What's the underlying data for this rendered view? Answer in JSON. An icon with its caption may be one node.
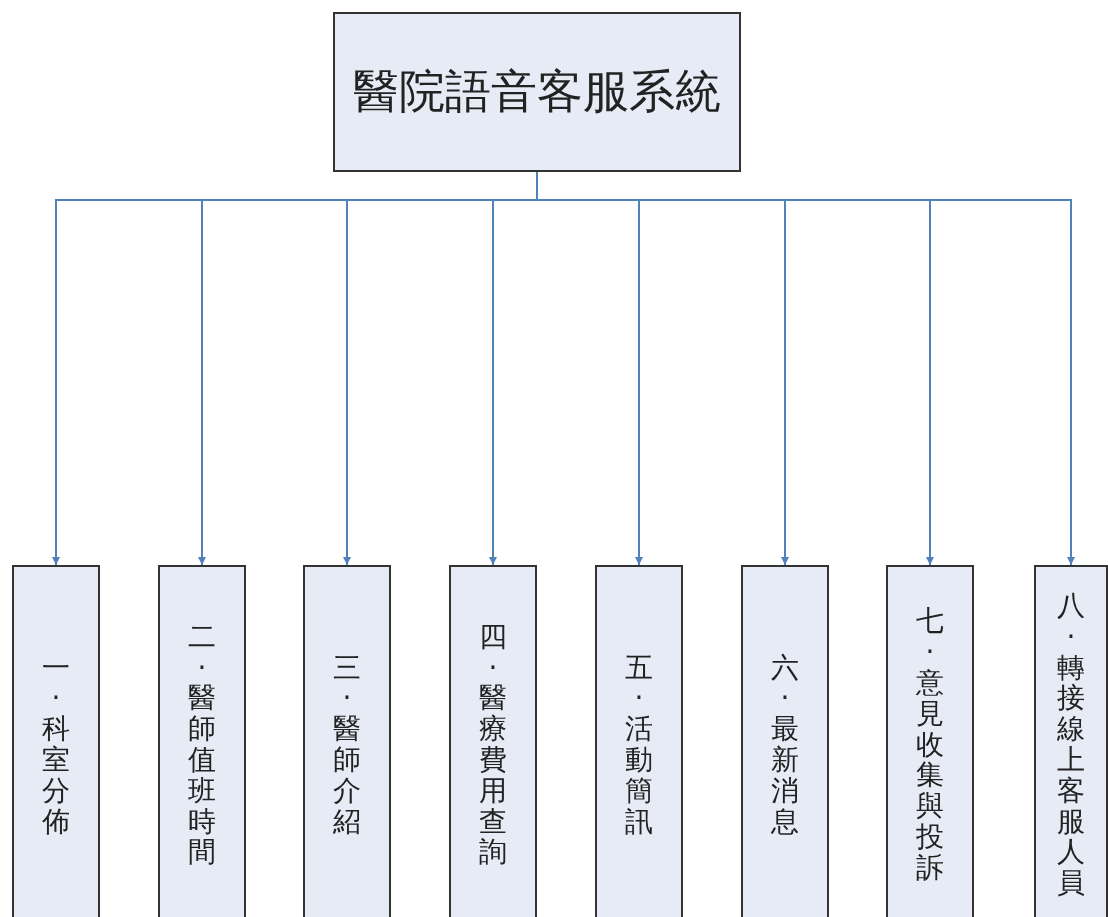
{
  "diagram": {
    "nodes": [
      {
        "text": [
          "醫院語音客服系統"
        ]
      },
      {
        "text": [
          "一·科室分佈"
        ]
      },
      {
        "text": [
          "二·醫師值班時間"
        ]
      },
      {
        "text": [
          "三·醫師介紹"
        ]
      },
      {
        "text": [
          "四·醫療費用查詢"
        ]
      },
      {
        "text": [
          "五·活動簡訊"
        ]
      },
      {
        "text": [
          "六·最新消息"
        ]
      },
      {
        "text": [
          "七·意見收集與投訴"
        ]
      },
      {
        "text": [
          "八·轉接線上客服人員"
        ]
      }
    ],
    "edges": [
      {
        "from": 0,
        "to": 1,
        "arrow": "to"
      },
      {
        "from": 0,
        "to": 2,
        "arrow": "to"
      },
      {
        "from": 0,
        "to": 3,
        "arrow": "to"
      },
      {
        "from": 0,
        "to": 4,
        "arrow": "to"
      },
      {
        "from": 0,
        "to": 5,
        "arrow": "to"
      },
      {
        "from": 0,
        "to": 6,
        "arrow": "to"
      },
      {
        "from": 0,
        "to": 7,
        "arrow": "to"
      },
      {
        "from": 0,
        "to": 8,
        "arrow": "to"
      }
    ]
  }
}
